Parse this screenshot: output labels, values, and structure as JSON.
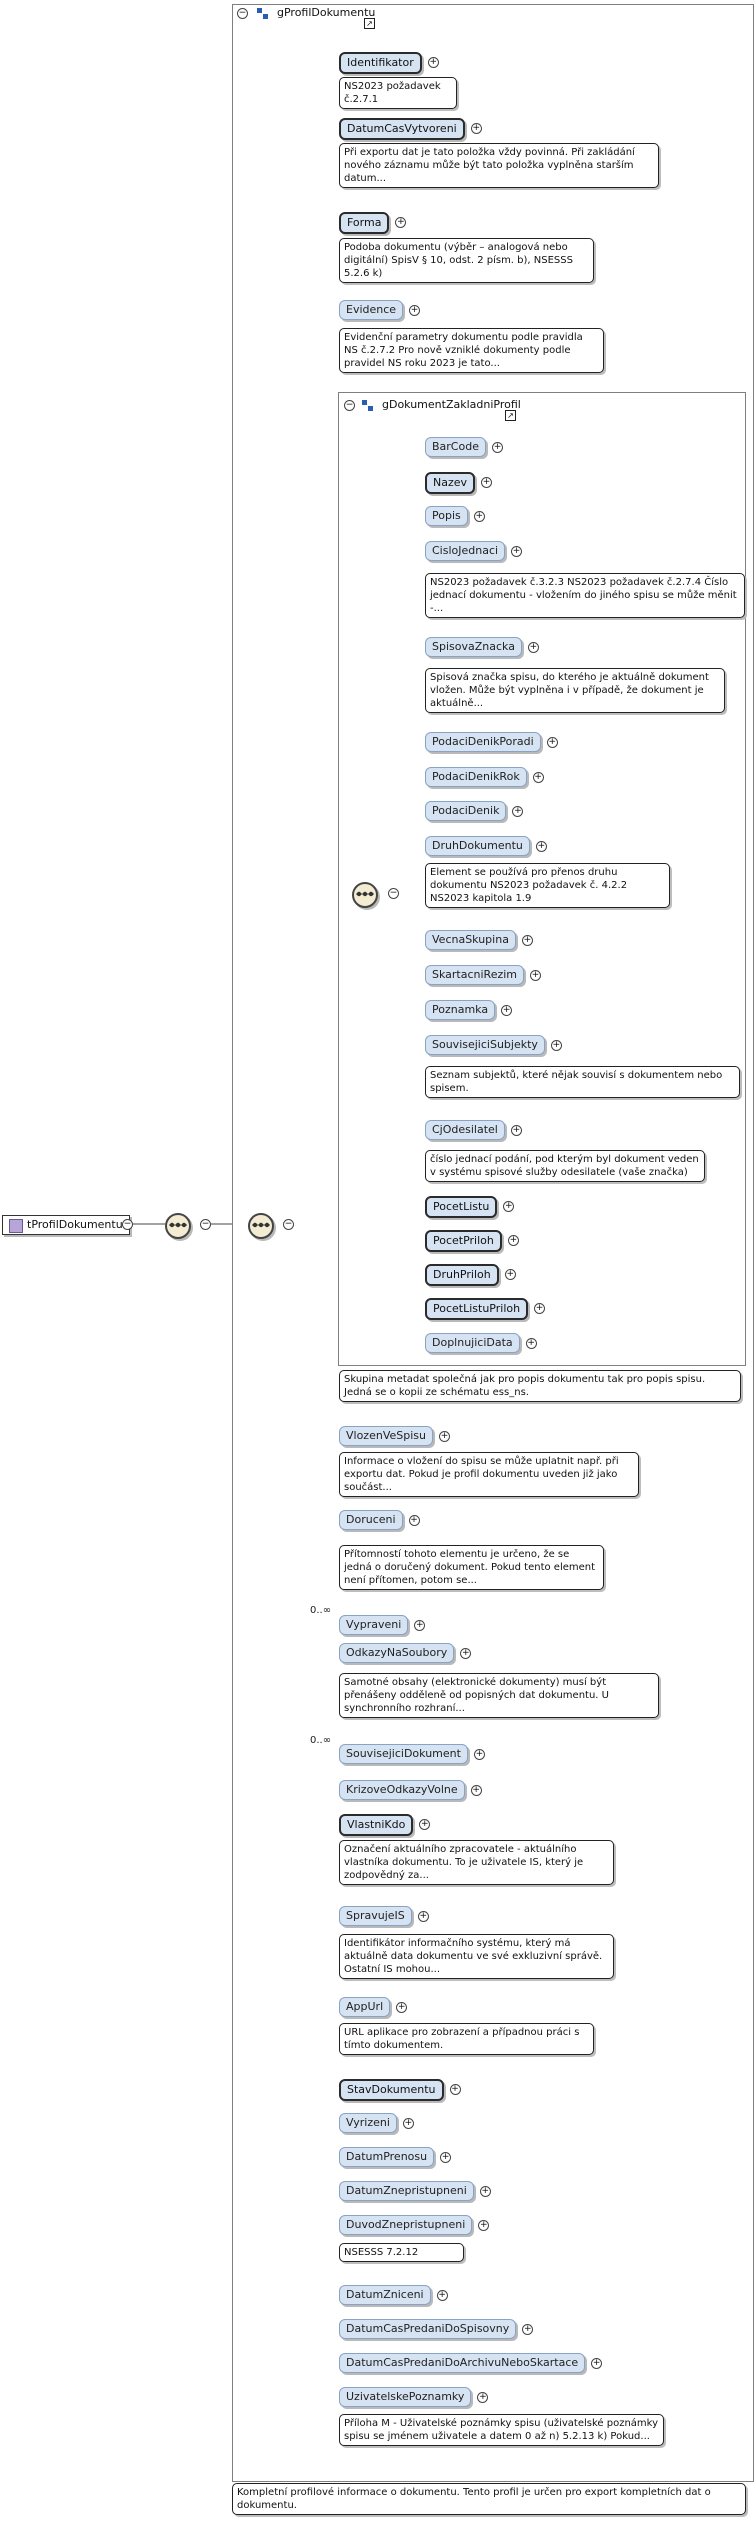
{
  "diagram": {
    "root": {
      "label": "tProfilDokumentu",
      "description": "Kompletní profilové informace o dokumentu. Tento profil je určen pro export kompletních dat o dokumentu."
    },
    "group": {
      "label": "gProfilDokumentu"
    },
    "inner_group": {
      "label": "gDokumentZakladniProfil",
      "description": "Skupina metadat společná jak pro popis dokumentu tak pro popis spisu. Jedná se o kopii ze schématu ess_ns."
    },
    "occurrence_unbounded": "0..∞",
    "elements": [
      {
        "label": "Identifikator",
        "note": "NS2023 požadavek č.2.7.1"
      },
      {
        "label": "DatumCasVytvoreni",
        "note": "Při exportu dat je tato položka vždy povinná. Při zakládání nového záznamu může být tato položka vyplněna starším datum..."
      },
      {
        "label": "Forma",
        "note": "Podoba dokumentu (výběr – analogová nebo digitální) SpisV § 10, odst. 2 písm. b), NSESSS 5.2.6 k)"
      },
      {
        "label": "Evidence",
        "note": "Evidenční parametry dokumentu podle pravidla NS č.2.7.2 Pro nově vzniklé dokumenty podle pravidel NS roku 2023 je tato..."
      },
      {
        "label": "VlozenVeSpisu",
        "note": "Informace o vložení do spisu se může uplatnit např. při exportu dat. Pokud je profil dokumentu uveden již jako součást..."
      },
      {
        "label": "Doruceni",
        "note": "Přítomností tohoto elementu je určeno, že se jedná o doručený dokument. Pokud tento element není přítomen, potom se..."
      },
      {
        "label": "Vypraveni",
        "note": ""
      },
      {
        "label": "OdkazyNaSoubory",
        "note": "Samotné obsahy (elektronické dokumenty) musí být přenášeny odděleně od popisných dat dokumentu. U synchronního rozhraní..."
      },
      {
        "label": "SouvisejiciDokument",
        "note": ""
      },
      {
        "label": "KrizoveOdkazyVolne",
        "note": ""
      },
      {
        "label": "VlastniKdo",
        "note": "Označení aktuálního zpracovatele - aktuálního vlastníka dokumentu. To je uživatele IS, který je zodpovědný za..."
      },
      {
        "label": "SpravujeIS",
        "note": "Identifikátor informačního systému, který má aktuálně data dokumentu ve své exkluzivní správě. Ostatní IS mohou..."
      },
      {
        "label": "AppUrl",
        "note": "URL aplikace pro zobrazení a případnou práci s tímto dokumentem."
      },
      {
        "label": "StavDokumentu",
        "note": ""
      },
      {
        "label": "Vyrizeni",
        "note": ""
      },
      {
        "label": "DatumPrenosu",
        "note": ""
      },
      {
        "label": "DatumZnepristupneni",
        "note": ""
      },
      {
        "label": "DuvodZnepristupneni",
        "note": "NSESSS 7.2.12"
      },
      {
        "label": "DatumZniceni",
        "note": ""
      },
      {
        "label": "DatumCasPredaniDoSpisovny",
        "note": ""
      },
      {
        "label": "DatumCasPredaniDoArchivuNeboSkartace",
        "note": ""
      },
      {
        "label": "UzivatelskePoznamky",
        "note": "Příloha M - Uživatelské poznámky spisu (uživatelské poznámky spisu se jménem uživatele a datem 0 až n) 5.2.13 k) Pokud..."
      }
    ],
    "inner_elements": [
      {
        "label": "BarCode",
        "note": ""
      },
      {
        "label": "Nazev",
        "note": ""
      },
      {
        "label": "Popis",
        "note": ""
      },
      {
        "label": "CisloJednaci",
        "note": "NS2023 požadavek č.3.2.3 NS2023 požadavek č.2.7.4 Číslo jednací dokumentu - vložením do jiného spisu se může měnit -..."
      },
      {
        "label": "SpisovaZnacka",
        "note": "Spisová značka spisu, do kterého je aktuálně dokument vložen. Může být vyplněna i v případě, že dokument je aktuálně..."
      },
      {
        "label": "PodaciDenikPoradi",
        "note": ""
      },
      {
        "label": "PodaciDenikRok",
        "note": ""
      },
      {
        "label": "PodaciDenik",
        "note": ""
      },
      {
        "label": "DruhDokumentu",
        "note": "Element se používá pro přenos druhu dokumentu NS2023 požadavek č. 4.2.2 NS2023 kapitola 1.9"
      },
      {
        "label": "VecnaSkupina",
        "note": ""
      },
      {
        "label": "SkartacniRezim",
        "note": ""
      },
      {
        "label": "Poznamka",
        "note": ""
      },
      {
        "label": "SouvisejiciSubjekty",
        "note": "Seznam subjektů, které nějak souvisí s dokumentem nebo spisem."
      },
      {
        "label": "CjOdesilatel",
        "note": "číslo jednací podání, pod kterým byl dokument veden v systému spisové služby odesilatele (vaše značka)"
      },
      {
        "label": "PocetListu",
        "note": ""
      },
      {
        "label": "PocetPriloh",
        "note": ""
      },
      {
        "label": "DruhPriloh",
        "note": ""
      },
      {
        "label": "PocetListuPriloh",
        "note": ""
      },
      {
        "label": "DoplnujiciData",
        "note": ""
      }
    ]
  }
}
